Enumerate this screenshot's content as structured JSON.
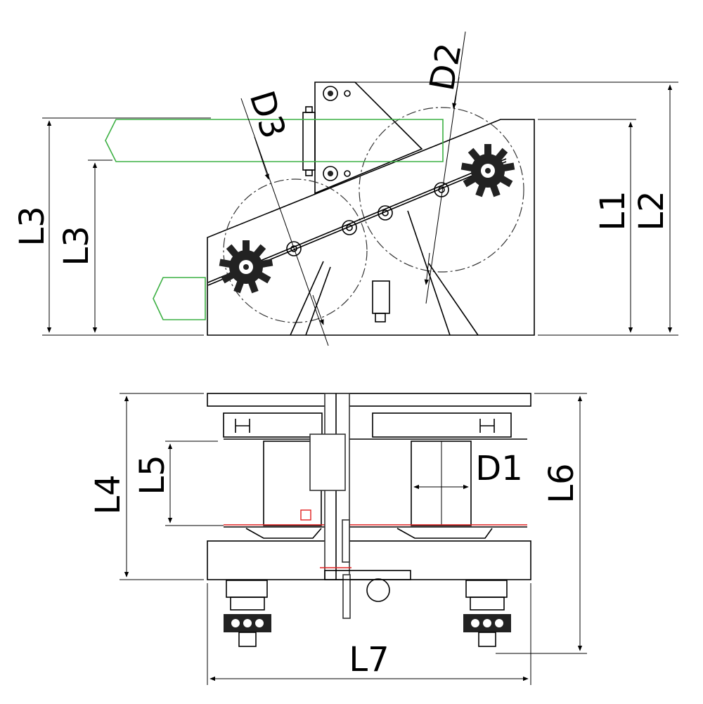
{
  "labels": {
    "d1": "D1",
    "d2": "D2",
    "d3": "D3",
    "l1": "L1",
    "l2": "L2",
    "l3a": "L3",
    "l3b": "L3",
    "l4": "L4",
    "l5": "L5",
    "l6": "L6",
    "l7": "L7"
  },
  "colors": {
    "line": "#000000",
    "hydraulic_hose": "#3cb043",
    "marker": "#e02020"
  }
}
